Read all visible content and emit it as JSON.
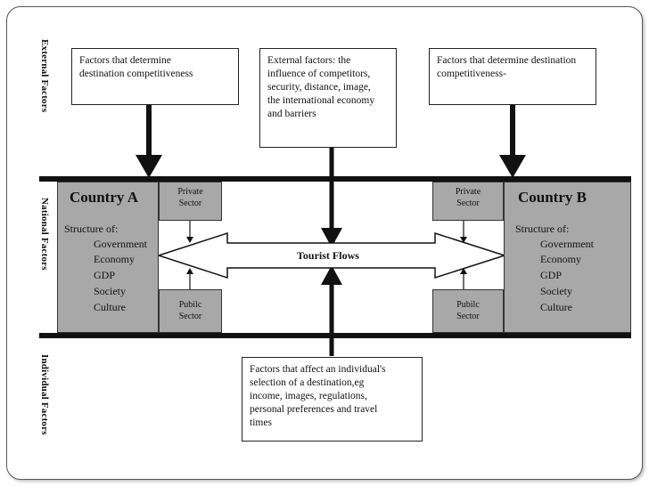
{
  "side_labels": {
    "external": "External Factors",
    "national": "National Factors",
    "individual": "Individual Factors"
  },
  "top_boxes": {
    "left": [
      "Factors that determine",
      "destination competitiveness"
    ],
    "center": [
      "External factors: the",
      "influence of competitors,",
      "security, distance, image,",
      "the international economy",
      "and barriers"
    ],
    "right": [
      "Factors that determine destination",
      "competitiveness-"
    ]
  },
  "bottom_box": [
    "Factors that affect an individual's",
    "selection of a destination,eg",
    "income, images, regulations,",
    "personal preferences and travel",
    "times"
  ],
  "country_a": {
    "title": "Country A",
    "structure_label": "Structure of:",
    "items": [
      "Government",
      "Economy",
      "GDP",
      "Society",
      "Culture"
    ]
  },
  "country_b": {
    "title": "Country B",
    "structure_label": "Structure of:",
    "items": [
      "Government",
      "Economy",
      "GDP",
      "Society",
      "Culture"
    ]
  },
  "sectors": {
    "private_a": [
      "Private",
      "Sector"
    ],
    "public_a": [
      "Pubilc",
      "Sector"
    ],
    "private_b": [
      "Private",
      "Sector"
    ],
    "public_b": [
      "Pubilc",
      "Sector"
    ]
  },
  "flows_label": "Tourist Flows",
  "colors": {
    "country_fill": "#a8a8a8",
    "band": "#111111"
  }
}
